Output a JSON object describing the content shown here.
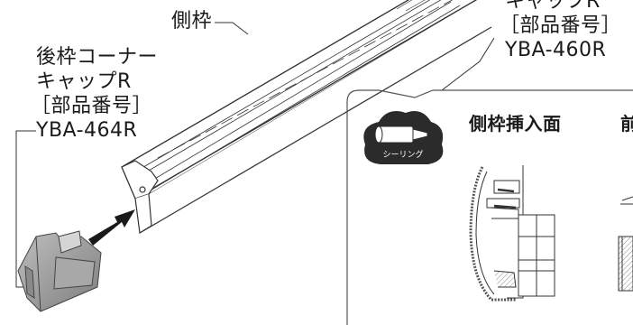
{
  "labels": {
    "side_frame": "側枠",
    "rear_corner_cap_line1": "後枠コーナー",
    "rear_corner_cap_line2": "キャップR",
    "rear_corner_cap_line3": "［部品番号］",
    "rear_corner_cap_line4": "YBA-464R",
    "top_cap_line1": "キャップR",
    "top_cap_line2": "［部品番号］",
    "top_cap_line3": "YBA-460R"
  },
  "callout": {
    "sealing_icon_label": "シーリング",
    "heading_side_insert": "側枠挿入面",
    "heading_cut": "前"
  },
  "colors": {
    "stroke": "#333333",
    "hatch": "#777777",
    "cap_gray": "#9a9a9a",
    "sealing_fill": "#2b2b2b"
  }
}
